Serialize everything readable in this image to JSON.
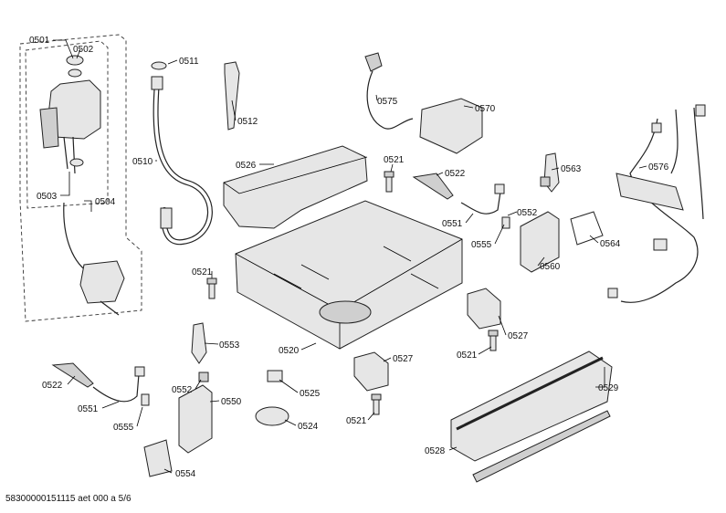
{
  "footer": {
    "code": "58300000151115 aet 000 a 5/6"
  },
  "callouts": [
    {
      "id": "c0501",
      "text": "0501"
    },
    {
      "id": "c0502",
      "text": "0502"
    },
    {
      "id": "c0503",
      "text": "0503"
    },
    {
      "id": "c0504",
      "text": "0504"
    },
    {
      "id": "c0510",
      "text": "0510"
    },
    {
      "id": "c0511",
      "text": "0511"
    },
    {
      "id": "c0512",
      "text": "0512"
    },
    {
      "id": "c0526",
      "text": "0526"
    },
    {
      "id": "c0575",
      "text": "0575"
    },
    {
      "id": "c0570",
      "text": "0570"
    },
    {
      "id": "c0521a",
      "text": "0521"
    },
    {
      "id": "c0522a",
      "text": "0522"
    },
    {
      "id": "c0563",
      "text": "0563"
    },
    {
      "id": "c0576",
      "text": "0576"
    },
    {
      "id": "c0551a",
      "text": "0551"
    },
    {
      "id": "c0552a",
      "text": "0552"
    },
    {
      "id": "c0555a",
      "text": "0555"
    },
    {
      "id": "c0564",
      "text": "0564"
    },
    {
      "id": "c0560",
      "text": "0560"
    },
    {
      "id": "c0521b",
      "text": "0521"
    },
    {
      "id": "c0553",
      "text": "0553"
    },
    {
      "id": "c0520",
      "text": "0520"
    },
    {
      "id": "c0521c",
      "text": "0521"
    },
    {
      "id": "c0527a",
      "text": "0527"
    },
    {
      "id": "c0527b",
      "text": "0527"
    },
    {
      "id": "c0522b",
      "text": "0522"
    },
    {
      "id": "c0552b",
      "text": "0552"
    },
    {
      "id": "c0525",
      "text": "0525"
    },
    {
      "id": "c0529",
      "text": "0529"
    },
    {
      "id": "c0551b",
      "text": "0551"
    },
    {
      "id": "c0550",
      "text": "0550"
    },
    {
      "id": "c0521d",
      "text": "0521"
    },
    {
      "id": "c0555b",
      "text": "0555"
    },
    {
      "id": "c0524",
      "text": "0524"
    },
    {
      "id": "c0528",
      "text": "0528"
    },
    {
      "id": "c0554",
      "text": "0554"
    }
  ]
}
